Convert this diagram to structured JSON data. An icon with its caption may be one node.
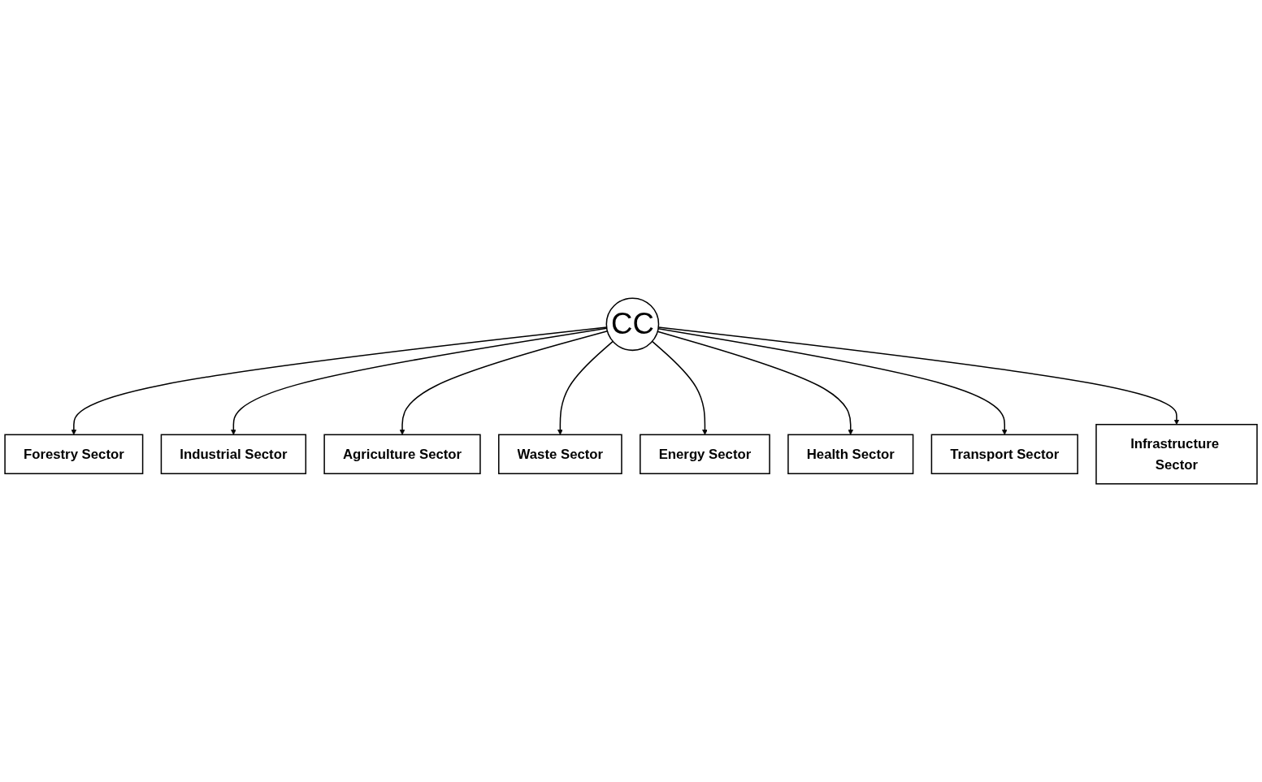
{
  "diagram": {
    "nodes": [
      {
        "text": [
          "Forestry Sector"
        ]
      },
      {
        "text": [
          "Industrial Sector"
        ]
      },
      {
        "text": [
          "Agriculture Sector"
        ]
      },
      {
        "text": [
          "CC"
        ]
      },
      {
        "text": [
          "Waste Sector"
        ]
      },
      {
        "text": [
          "Energy Sector"
        ]
      },
      {
        "text": [
          "Health Sector"
        ]
      },
      {
        "text": [
          "Transport Sector"
        ]
      },
      {
        "text": [
          "Infrastructure Sector"
        ]
      }
    ],
    "edges": [
      {
        "from": 3,
        "to": 0,
        "arrow": "to"
      },
      {
        "from": 3,
        "to": 1,
        "arrow": "to"
      },
      {
        "from": 3,
        "to": 2,
        "arrow": "to"
      },
      {
        "from": 3,
        "to": 4,
        "arrow": "to"
      },
      {
        "from": 3,
        "to": 5,
        "arrow": "to"
      },
      {
        "from": 3,
        "to": 6,
        "arrow": "to"
      },
      {
        "from": 3,
        "to": 7,
        "arrow": "to"
      },
      {
        "from": 3,
        "to": 8,
        "arrow": "to"
      }
    ]
  }
}
